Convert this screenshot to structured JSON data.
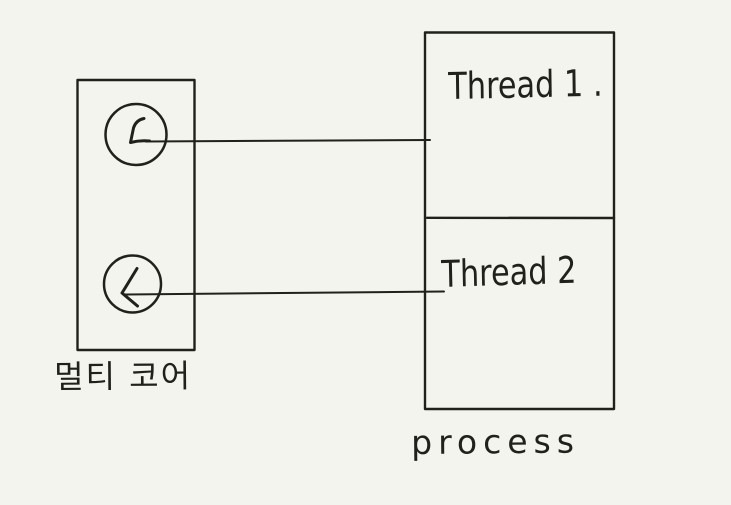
{
  "canvas": {
    "background_color": "#f4f4ee",
    "ink_color": "#21211c"
  },
  "multicore_box": {
    "label": "멀티 코어",
    "cores": [
      {
        "icon": "clock-arrow-icon"
      },
      {
        "icon": "clock-arrow-icon"
      }
    ]
  },
  "process_box": {
    "label": "process",
    "threads": [
      {
        "label": "Thread 1 ."
      },
      {
        "label": "Thread 2"
      }
    ]
  },
  "connections": [
    {
      "from": "core-1",
      "to": "thread-1"
    },
    {
      "from": "core-2",
      "to": "thread-2"
    }
  ]
}
